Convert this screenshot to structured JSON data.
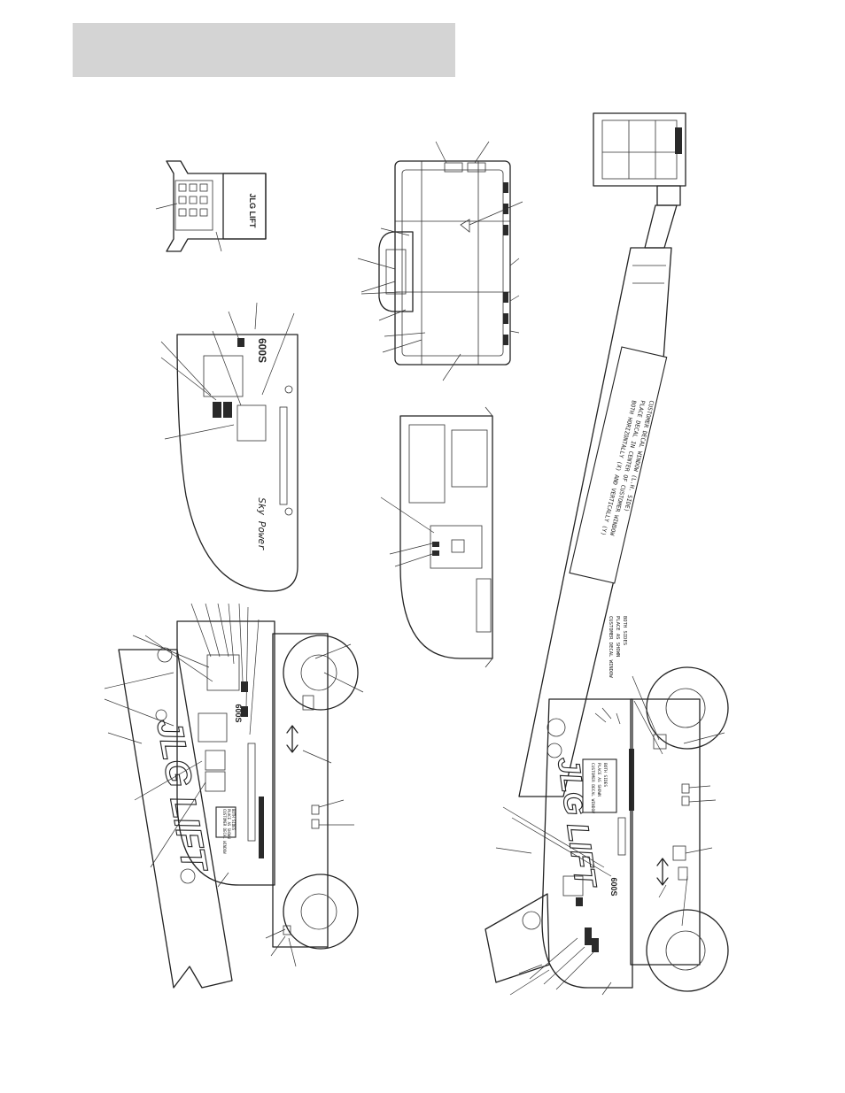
{
  "header": {
    "title": ""
  },
  "decal_text": {
    "boom_window": [
      "CUSTOMER DECAL WINDOW (L.H. SIDE)",
      "PLACE DECAL IN CENTER OF CUSTOMER WINDOW",
      "BOTH HORIZONTALLY (X) AND VERTICALLY (Y)"
    ],
    "turntable_window": [
      "CUSTOMER DECAL WINDOW",
      "PLACE AS SHOWN",
      "BOTH SIDES"
    ],
    "cover_window": [
      "CUSTOMER DECAL WINDOW",
      "PLACE AS SHOWN",
      "BOTH SIDES"
    ],
    "logo": "JLG LIFT",
    "model": "600S",
    "small_model": "600S"
  },
  "colors": {
    "header_bar": "#d4d4d4",
    "ink": "#222222"
  }
}
